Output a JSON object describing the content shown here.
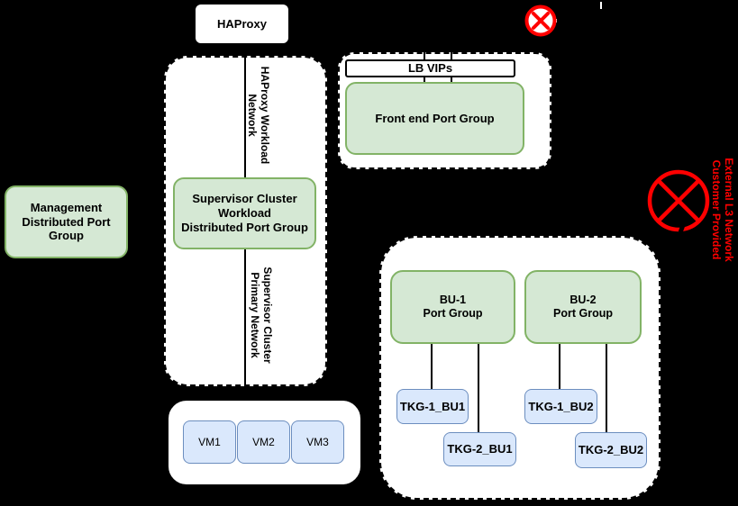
{
  "nodes": {
    "haproxy": "HAProxy",
    "supervisor_pg_lines": [
      "Supervisor Cluster",
      "Workload",
      "Distributed Port Group"
    ],
    "management_pg_lines": [
      "Management",
      "Distributed Port Group"
    ],
    "lb_vips": "LB VIPs",
    "frontend_pg": "Front end Port Group",
    "bu1_pg_lines": [
      "BU-1",
      "Port Group"
    ],
    "bu2_pg_lines": [
      "BU-2",
      "Port Group"
    ],
    "tkg": [
      "TKG-1_BU1",
      "TKG-2_BU1",
      "TKG-1_BU2",
      "TKG-2_BU2"
    ],
    "vms": [
      "VM1",
      "VM2",
      "VM3"
    ]
  },
  "vertical_labels": {
    "haproxy_network_lines": [
      "HAProxy Workload",
      "Network"
    ],
    "supervisor_primary_lines": [
      "Supervisor Cluster",
      "Primary Network"
    ],
    "external_l3_left": "Customer Provided",
    "external_l3_right": "External L3 Network"
  },
  "colors": {
    "background": "#000000",
    "port_group_fill": "#d5e8d4",
    "port_group_border": "#82b366",
    "vm_fill": "#dae8fc",
    "vm_border": "#6c8ebf",
    "alert_red": "#ff0000",
    "container_fill": "#ffffff",
    "line": "#000000"
  }
}
